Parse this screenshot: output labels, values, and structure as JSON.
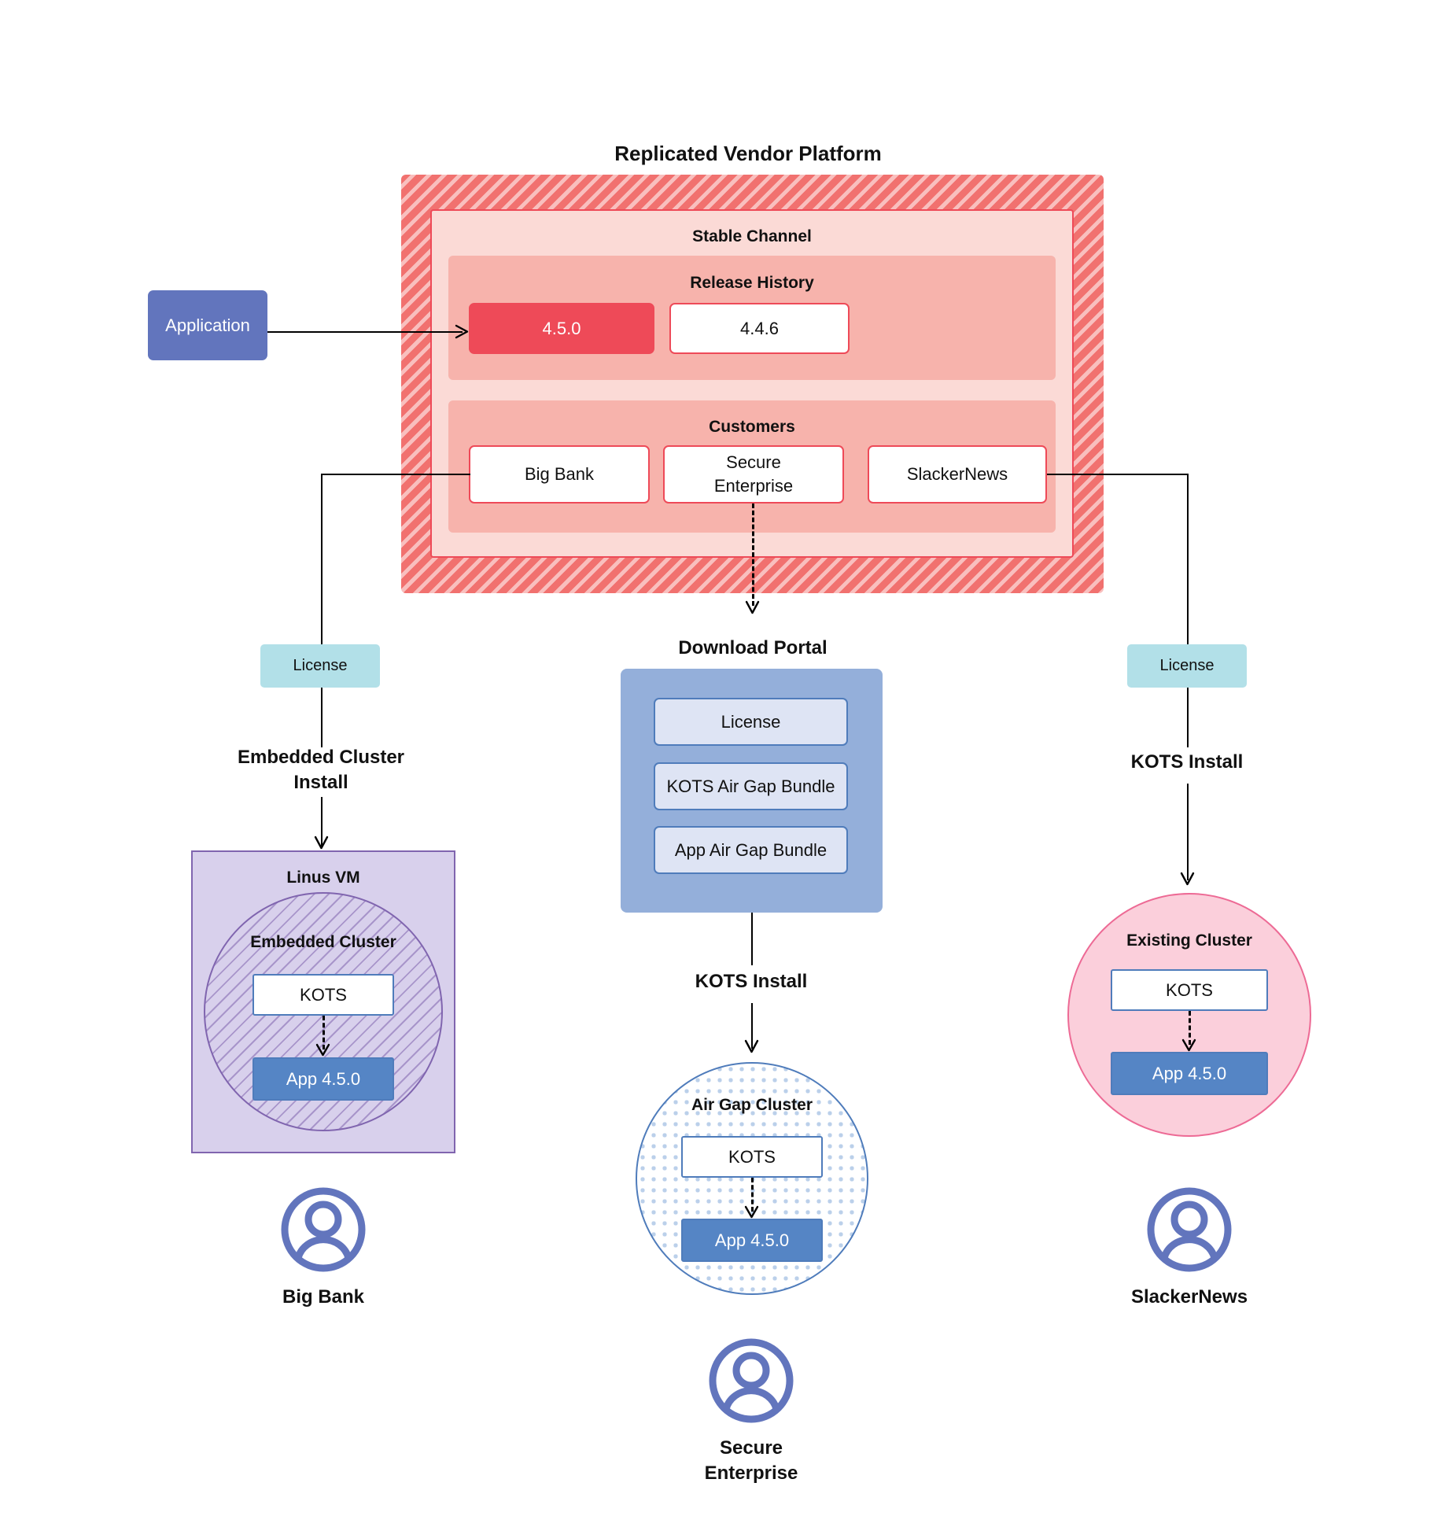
{
  "diagram": {
    "title": "Replicated Vendor Platform",
    "vendor_platform": {
      "channel_label": "Stable Channel",
      "release_history": {
        "label": "Release History",
        "releases": [
          {
            "version": "4.5.0",
            "state": "active"
          },
          {
            "version": "4.4.6",
            "state": "inactive"
          }
        ]
      },
      "customers": {
        "label": "Customers",
        "items": [
          {
            "name": "Big Bank"
          },
          {
            "name": "Secure Enterprise"
          },
          {
            "name": "SlackerNews"
          }
        ]
      }
    },
    "application_box": {
      "label": "Application"
    },
    "download_portal": {
      "title": "Download  Portal",
      "items": [
        {
          "label": "License"
        },
        {
          "label": "KOTS Air Gap Bundle"
        },
        {
          "label": "App Air Gap Bundle"
        }
      ]
    },
    "paths": {
      "left": {
        "license_label": "License",
        "install_label": "Embedded Cluster\nInstall",
        "install_label_line1": "Embedded Cluster",
        "install_label_line2": "Install",
        "host": {
          "label": "Linus VM"
        },
        "cluster": {
          "label": "Embedded Cluster"
        },
        "kots": {
          "label": "KOTS"
        },
        "app": {
          "label": "App 4.5.0"
        },
        "customer": {
          "label": "Big Bank"
        }
      },
      "center": {
        "install_label": "KOTS Install",
        "cluster": {
          "label": "Air Gap Cluster"
        },
        "kots": {
          "label": "KOTS"
        },
        "app": {
          "label": "App 4.5.0"
        },
        "customer_line1": "Secure",
        "customer_line2": "Enterprise"
      },
      "right": {
        "license_label": "License",
        "install_label": "KOTS Install",
        "cluster": {
          "label": "Existing Cluster"
        },
        "kots": {
          "label": "KOTS"
        },
        "app": {
          "label": "App 4.5.0"
        },
        "customer": {
          "label": "SlackerNews"
        }
      }
    },
    "colors": {
      "platform_hatch": "#F1716F",
      "channel_fill": "#FBDAD6",
      "section_fill": "#F7B3AC",
      "release_active": "#EE4A58",
      "application": "#6275BD",
      "license": "#B2E0E8",
      "portal": "#94AFDA",
      "portal_item": "#DEE4F4",
      "vm": "#D8D0EC",
      "vm_border": "#8065AF",
      "airgap_border": "#4F7CBB",
      "existing_cluster": "#FBCFDB",
      "existing_border": "#ED6A95",
      "app_version": "#5585C5",
      "avatar": "#6275BD"
    }
  }
}
